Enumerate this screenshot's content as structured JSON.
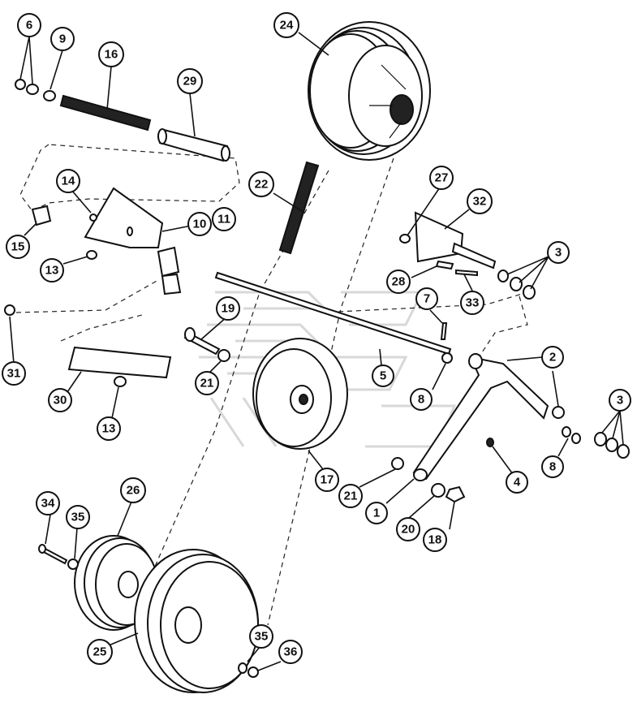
{
  "callouts": [
    {
      "id": "c6",
      "label": "6"
    },
    {
      "id": "c9",
      "label": "9"
    },
    {
      "id": "c16",
      "label": "16"
    },
    {
      "id": "c29",
      "label": "29"
    },
    {
      "id": "c24",
      "label": "24"
    },
    {
      "id": "c14",
      "label": "14"
    },
    {
      "id": "c10",
      "label": "10"
    },
    {
      "id": "c11",
      "label": "11"
    },
    {
      "id": "c15",
      "label": "15"
    },
    {
      "id": "c13a",
      "label": "13"
    },
    {
      "id": "c22",
      "label": "22"
    },
    {
      "id": "c27",
      "label": "27"
    },
    {
      "id": "c32",
      "label": "32"
    },
    {
      "id": "c3a",
      "label": "3"
    },
    {
      "id": "c28",
      "label": "28"
    },
    {
      "id": "c33",
      "label": "33"
    },
    {
      "id": "c7",
      "label": "7"
    },
    {
      "id": "c31",
      "label": "31"
    },
    {
      "id": "c19",
      "label": "19"
    },
    {
      "id": "c21a",
      "label": "21"
    },
    {
      "id": "c30",
      "label": "30"
    },
    {
      "id": "c13b",
      "label": "13"
    },
    {
      "id": "c5",
      "label": "5"
    },
    {
      "id": "c8a",
      "label": "8"
    },
    {
      "id": "c2",
      "label": "2"
    },
    {
      "id": "c3b",
      "label": "3"
    },
    {
      "id": "c17",
      "label": "17"
    },
    {
      "id": "c4",
      "label": "4"
    },
    {
      "id": "c8b",
      "label": "8"
    },
    {
      "id": "c21b",
      "label": "21"
    },
    {
      "id": "c1",
      "label": "1"
    },
    {
      "id": "c20",
      "label": "20"
    },
    {
      "id": "c18",
      "label": "18"
    },
    {
      "id": "c34",
      "label": "34"
    },
    {
      "id": "c35a",
      "label": "35"
    },
    {
      "id": "c26",
      "label": "26"
    },
    {
      "id": "c25",
      "label": "25"
    },
    {
      "id": "c35b",
      "label": "35"
    },
    {
      "id": "c36",
      "label": "36"
    }
  ]
}
